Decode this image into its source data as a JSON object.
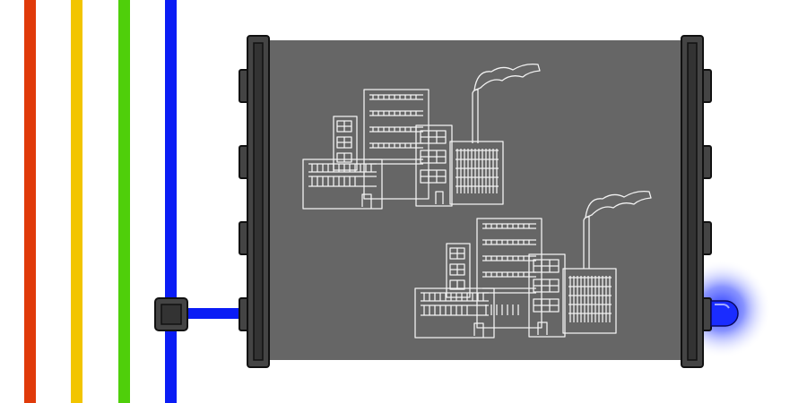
{
  "diagram": {
    "bus_lines": [
      {
        "name": "red",
        "color": "#e03a0a"
      },
      {
        "name": "yellow",
        "color": "#f2c500"
      },
      {
        "name": "green",
        "color": "#4fcf0a"
      },
      {
        "name": "blue",
        "color": "#0a1cf5"
      }
    ],
    "connector_color": "#0a1cf5",
    "panel_color": "#666666",
    "frame_color": "#444444",
    "indicator": {
      "state": "on",
      "color": "#1a2cff"
    },
    "panel_icon": "factory-city-drawing"
  }
}
